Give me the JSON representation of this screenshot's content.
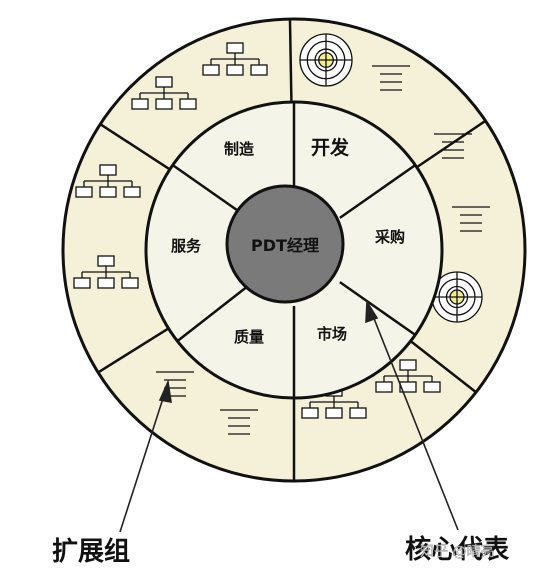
{
  "center": {
    "label": "PDT经理"
  },
  "core_ring": {
    "segments": [
      {
        "key": "dev",
        "label": "开发",
        "emphasis": true
      },
      {
        "key": "purchase",
        "label": "采购",
        "emphasis": false
      },
      {
        "key": "market",
        "label": "市场",
        "emphasis": false
      },
      {
        "key": "quality",
        "label": "质量",
        "emphasis": false
      },
      {
        "key": "service",
        "label": "服务",
        "emphasis": false
      },
      {
        "key": "make",
        "label": "制造",
        "emphasis": false
      }
    ]
  },
  "outer_ring": {
    "segments": [
      {
        "key": "dev",
        "icons": [
          "target-icon",
          "document-lines-icon"
        ]
      },
      {
        "key": "purchase",
        "icons": [
          "document-lines-icon",
          "document-lines-icon",
          "target-icon"
        ]
      },
      {
        "key": "market",
        "icons": [
          "org-chart-icon",
          "org-chart-icon"
        ]
      },
      {
        "key": "quality",
        "icons": [
          "document-lines-icon",
          "document-lines-icon"
        ]
      },
      {
        "key": "service",
        "icons": [
          "org-chart-icon",
          "org-chart-icon"
        ]
      },
      {
        "key": "make",
        "icons": [
          "org-chart-icon",
          "org-chart-icon"
        ]
      }
    ]
  },
  "callouts": [
    {
      "key": "extended",
      "label": "扩展组"
    },
    {
      "key": "core",
      "label": "核心代表"
    }
  ],
  "watermark": "知乎 @晴亮",
  "colors": {
    "outer_fill": "#f4f1d8",
    "core_fill": "#f4f4e8",
    "center_fill": "#7a7a7a",
    "stroke": "#111111",
    "target_center": "#f3ee8c"
  }
}
